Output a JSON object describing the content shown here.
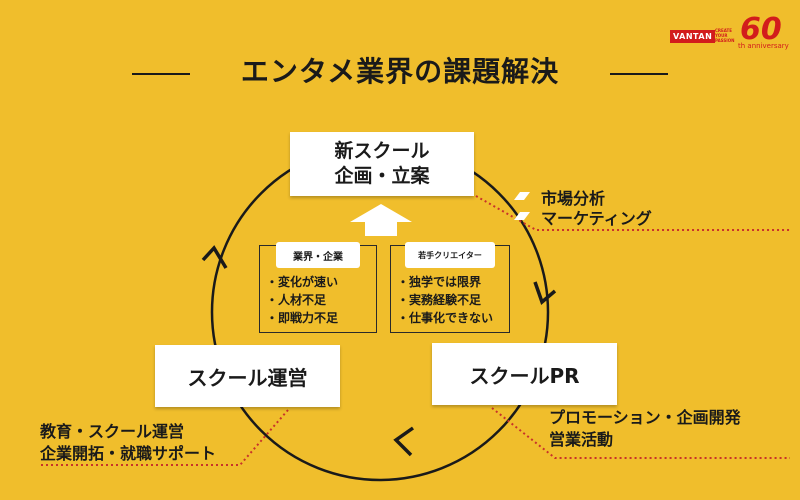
{
  "title": "エンタメ業界の課題解決",
  "logo": {
    "brand": "VANTAN",
    "tagline": "CREATE YOUR PASSION",
    "number": "60",
    "anniversary": "th anniversary"
  },
  "boxes": {
    "top_line1": "新スクール",
    "top_line2": "企画・立案",
    "left": "スクール運営",
    "right": "スクールPR"
  },
  "industry": {
    "tag": "業界・企業",
    "items": [
      "・変化が速い",
      "・人材不足",
      "・即戦力不足"
    ]
  },
  "creators": {
    "tag": "若手クリエイター",
    "items": [
      "・独学では限界",
      "・実務経験不足",
      "・仕事化できない"
    ]
  },
  "marketing": {
    "items": [
      "市場分析",
      "マーケティング"
    ]
  },
  "operations": {
    "line1": "教育・スクール運営",
    "line2": "企業開拓・就職サポート"
  },
  "promotion": {
    "line1": "プロモーション・企画開発",
    "line2": "営業活動"
  },
  "colors": {
    "background": "#F0BE2C",
    "logo_red": "#D21C1C",
    "dots_red": "#C8322A",
    "ink": "#1a1a1a"
  }
}
